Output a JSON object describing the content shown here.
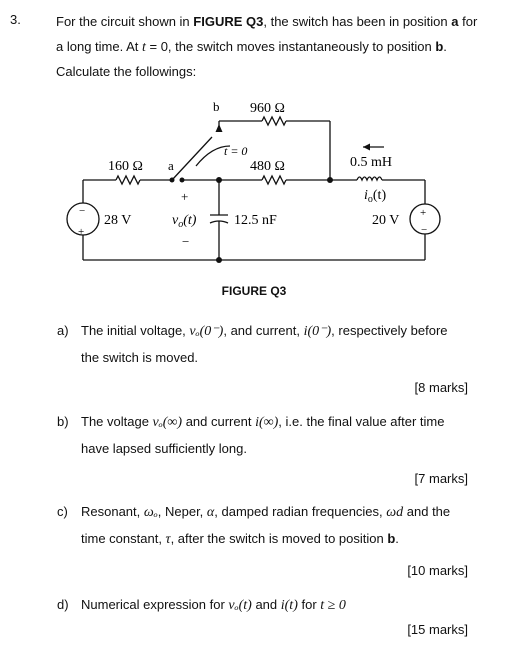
{
  "question": {
    "number": "3.",
    "intro": {
      "t1": "For the circuit shown in ",
      "fig": "FIGURE Q3",
      "t2": ", the switch has been in position ",
      "pos_a": "a",
      "t3": " for a long time. At ",
      "t_var": "t",
      "t4": " = 0, the switch moves instantaneously to position ",
      "pos_b": "b",
      "t5": ". Calculate the followings:"
    }
  },
  "circuit": {
    "r_top": "960 Ω",
    "r_left": "160 Ω",
    "r_mid": "480 Ω",
    "inductor": "0.5 mH",
    "current_label_i": "i",
    "current_label_sub": "o",
    "current_label_t": "(t)",
    "cap_label": "12.5 nF",
    "v_left": "28 V",
    "v_right": "20 V",
    "vo_label_v": "v",
    "vo_label_sub": "o",
    "vo_label_t": "(t)",
    "node_a": "a",
    "node_b": "b",
    "switch_time": "t = 0",
    "plus": "+",
    "minus": "−"
  },
  "figure_caption": "FIGURE Q3",
  "parts": [
    {
      "label": "a)",
      "line1_pre": "The initial voltage, ",
      "line1_mid": ", and current, ",
      "line1_post": ", respectively before",
      "line2": "the switch is moved.",
      "marks": "[8 marks]"
    },
    {
      "label": "b)",
      "line1_pre": "The voltage ",
      "line1_mid": " and current ",
      "line1_post": ", i.e. the final value after time",
      "line2": "have lapsed sufficiently long.",
      "marks": "[7 marks]"
    },
    {
      "label": "c)",
      "line1_pre": "Resonant, ",
      "line1_mid": ", Neper, ",
      "line1_mid2": ", damped radian frequencies, ",
      "line1_post": " and the",
      "line2_pre": "time constant, ",
      "line2_mid": ", after the switch is moved to position ",
      "line2_bold": "b",
      "line2_post": ".",
      "marks": "[10 marks]"
    },
    {
      "label": "d)",
      "line1_pre": "Numerical expression for ",
      "line1_mid": " and ",
      "line1_post": " for ",
      "marks": "[15 marks]"
    }
  ],
  "math": {
    "vo0m": "vₒ(0⁻)",
    "i0m": "i(0⁻)",
    "voinf": "vₒ(∞)",
    "iinf": "i(∞)",
    "omega0": "ωₒ",
    "alpha": "α",
    "omegad": "ωd",
    "tau": "τ",
    "vot": "vₒ(t)",
    "it": "i(t)",
    "tge0": "t ≥ 0"
  }
}
